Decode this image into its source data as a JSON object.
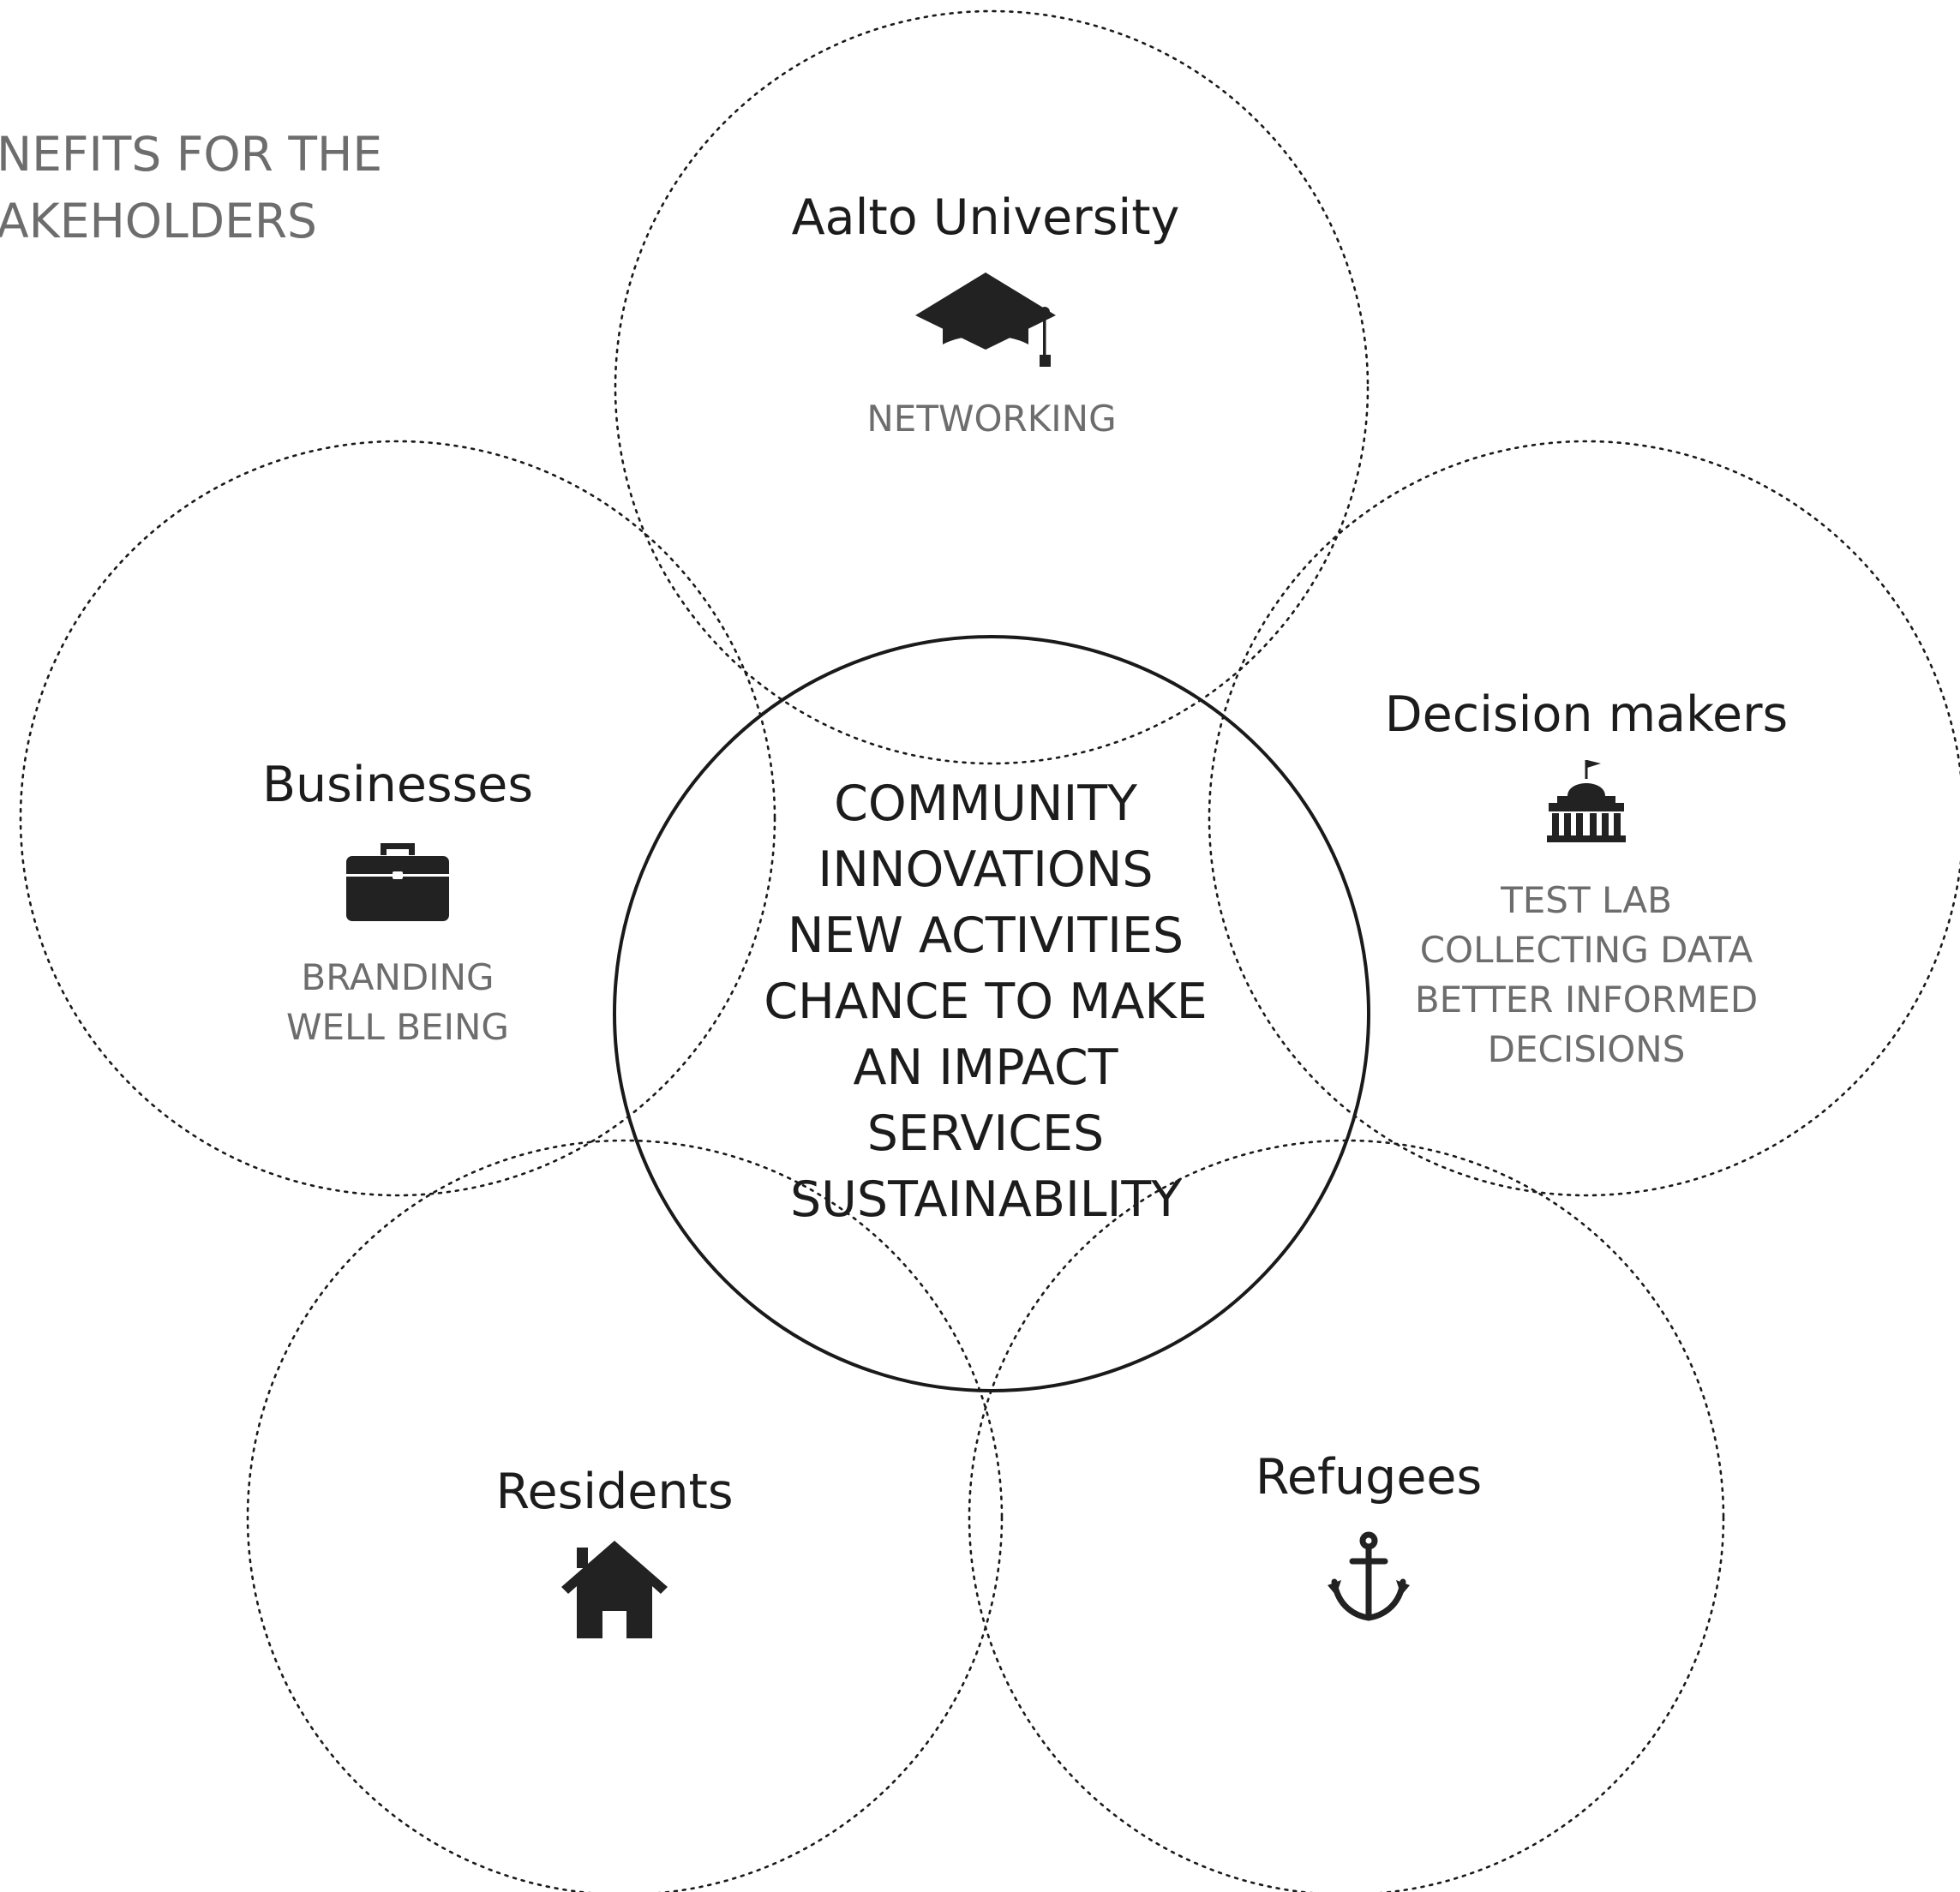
{
  "title_lines": [
    "NEFITS FOR THE",
    "AKEHOLDERS"
  ],
  "center": {
    "lines": [
      "COMMUNITY",
      "INNOVATIONS",
      "NEW ACTIVITIES",
      "CHANCE TO MAKE",
      "AN IMPACT",
      "SERVICES",
      "SUSTAINABILITY"
    ]
  },
  "stakeholders": {
    "aalto": {
      "name": "Aalto University",
      "icon": "graduation-cap-icon",
      "benefits": [
        "NETWORKING"
      ]
    },
    "businesses": {
      "name": "Businesses",
      "icon": "briefcase-icon",
      "benefits": [
        "BRANDING",
        "WELL BEING"
      ]
    },
    "decision_makers": {
      "name": "Decision makers",
      "icon": "government-building-icon",
      "benefits": [
        "TEST LAB",
        "COLLECTING DATA",
        "BETTER INFORMED",
        "DECISIONS"
      ]
    },
    "residents": {
      "name": "Residents",
      "icon": "house-icon",
      "benefits": []
    },
    "refugees": {
      "name": "Refugees",
      "icon": "anchor-icon",
      "benefits": []
    }
  },
  "colors": {
    "heading_text": "#1c1c1c",
    "benefit_text": "#6d6d6d",
    "lines": "#1a1a1a"
  }
}
